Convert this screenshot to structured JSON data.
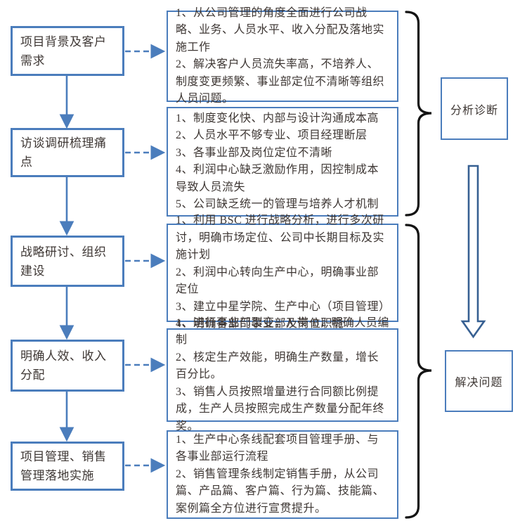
{
  "colors": {
    "box-border": "#4b7dbc",
    "arrow": "#4b7dbc",
    "text": "#3e3734",
    "brace": "#141414",
    "hollow-arrow": "#376092",
    "background": "#ffffff"
  },
  "left_steps": [
    {
      "label": "项目背景及客户需求"
    },
    {
      "label": "访谈调研梳理痛点"
    },
    {
      "label": "战略研讨、组织建设"
    },
    {
      "label": "明确人效、收入分配"
    },
    {
      "label": "项目管理、销售管理落地实施"
    }
  ],
  "detail_boxes": [
    {
      "items": [
        "1、从公司管理的角度全面进行公司战略、业务、人员水平、收入分配及落地实施工作",
        "2、解决客户人员流失率高，不培养人、制度变更频繁、事业部定位不清晰等组织人员问题。"
      ]
    },
    {
      "items": [
        "1、制度变化快、内部与设计沟通成本高",
        "2、人员水平不够专业、项目经理断层",
        "3、各事业部及岗位定位不清晰",
        "4、利润中心缺乏激励作用，因控制成本导致人员流失",
        "5、公司缺乏统一的管理与培养人才机制"
      ]
    },
    {
      "items": [
        "1、利用 BSC 进行战略分析，进行多次研讨，明确市场定位、公司中长期目标及实施计划",
        "2、利润中心转向生产中心，明确事业部定位",
        "3、建立中星学院、生产中心（项目管理）",
        "4、明确各部门事业部及岗位职能"
      ]
    },
    {
      "items": [
        "1、进行事业部裂变，A 带 B，明确人员编制",
        "2、核定生产效能，明确生产数量，增长百分比。",
        "3、销售人员按照增量进行合同额比例提成，生产人员按照完成生产数量分配年终奖。"
      ]
    },
    {
      "items": [
        "1、生产中心条线配套项目管理手册、与各事业部运行流程",
        "2、销售管理条线制定销售手册，从公司篇、产品篇、客户篇、行为篇、技能篇、案例篇全方位进行宣贯提升。"
      ]
    }
  ],
  "group_labels": {
    "analysis": "分析诊断",
    "solution": "解决问题"
  }
}
